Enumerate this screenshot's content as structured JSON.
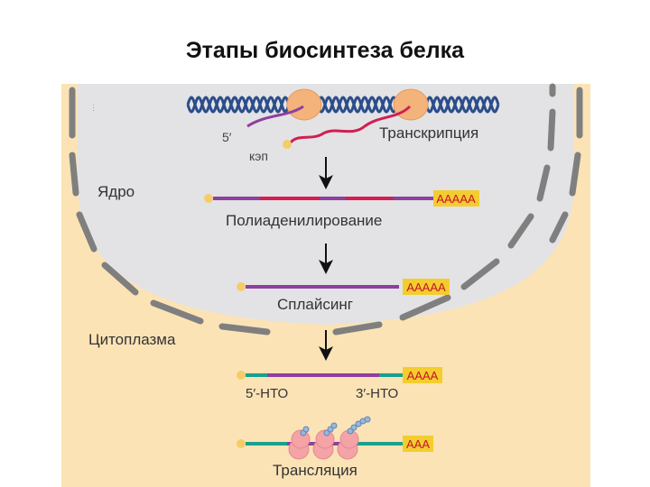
{
  "title": "Этапы биосинтеза белка",
  "regions": {
    "nucleus": "Ядро",
    "cytoplasm": "Цитоплазма"
  },
  "labels": {
    "five_prime": "5′",
    "cap": "кэп",
    "five_utr": "5′-НТО",
    "three_utr": "3′-НТО"
  },
  "stages": {
    "transcription": "Транскрипция",
    "polyadenylation": "Полиаденилирование",
    "splicing": "Сплайсинг",
    "translation": "Трансляция"
  },
  "poly_a_tails": {
    "polyadenylation": "AAAAA",
    "splicing": "AAAAA",
    "mature": "AAAA",
    "translation": "AAA"
  },
  "colors": {
    "cytoplasm": "#fbe3b6",
    "nucleus": "#e3e3e5",
    "envelope": "#7f7f7f",
    "mrna": "#8e3fa0",
    "exon": "#d21e52",
    "utr": "#1aa08e",
    "cap": "#f5cc6a",
    "poly_a_box": "#f3cd2e",
    "poly_a_text": "#c8102e",
    "polymerase": "#f4b37b",
    "ribosome": "#f4a3a6",
    "dna_strand": "#2b4d8a"
  },
  "icons": [
    "dna-helix-icon",
    "rna-polymerase-icon",
    "ribosome-icon",
    "trna-icon",
    "arrow-down-icon"
  ]
}
